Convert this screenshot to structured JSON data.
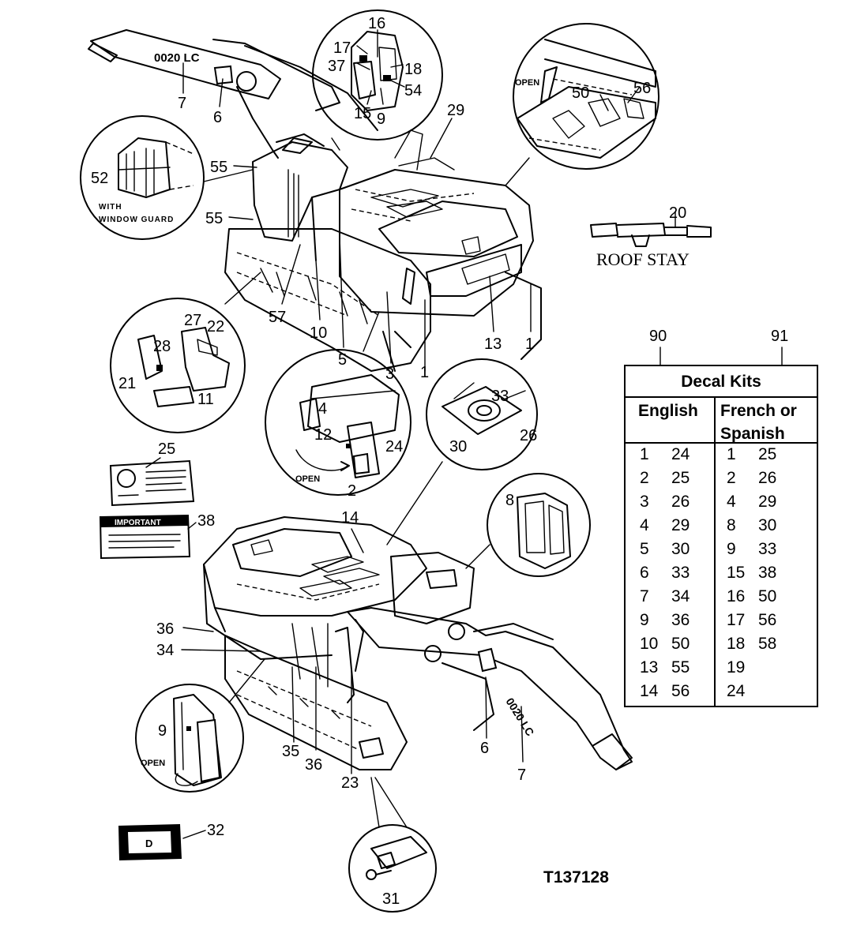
{
  "diagram_id": "T137128",
  "labels": {
    "roof_stay": "ROOF STAY",
    "with_window_guard_line1": "WITH",
    "with_window_guard_line2": "WINDOW GUARD",
    "open_top": "OPEN",
    "open_mid": "OPEN",
    "open_bottom": "OPEN",
    "important": "IMPORTANT",
    "boom_decal_top": "0020 LC",
    "boom_decal_bottom": "0020 LC"
  },
  "callouts": {
    "c1": "1",
    "c1b": "1",
    "c2": "2",
    "c3": "3",
    "c4": "4",
    "c5": "5",
    "c6": "6",
    "c6b": "6",
    "c7": "7",
    "c7b": "7",
    "c8": "8",
    "c9": "9",
    "c9b": "9",
    "c10": "10",
    "c11": "11",
    "c12": "12",
    "c13": "13",
    "c14": "14",
    "c15": "15",
    "c16": "16",
    "c17": "17",
    "c18": "18",
    "c20": "20",
    "c21": "21",
    "c22": "22",
    "c23": "23",
    "c24": "24",
    "c25": "25",
    "c26": "26",
    "c27": "27",
    "c28": "28",
    "c29": "29",
    "c30": "30",
    "c31": "31",
    "c32": "32",
    "c33": "33",
    "c34": "34",
    "c35": "35",
    "c36": "36",
    "c36b": "36",
    "c37": "37",
    "c38": "38",
    "c50": "50",
    "c52": "52",
    "c54": "54",
    "c55": "55",
    "c55b": "55",
    "c56": "56",
    "c57": "57",
    "c90": "90",
    "c91": "91"
  },
  "kit_table": {
    "title": "Decal Kits",
    "english_header": "English",
    "french_header_line1": "French or",
    "french_header_line2": "Spanish",
    "english_rows": [
      [
        "1",
        "24"
      ],
      [
        "2",
        "25"
      ],
      [
        "3",
        "26"
      ],
      [
        "4",
        "29"
      ],
      [
        "5",
        "30"
      ],
      [
        "6",
        "33"
      ],
      [
        "7",
        "34"
      ],
      [
        "9",
        "36"
      ],
      [
        "10",
        "50"
      ],
      [
        "13",
        "55"
      ],
      [
        "14",
        "56"
      ]
    ],
    "french_rows": [
      [
        "1",
        "25"
      ],
      [
        "2",
        "26"
      ],
      [
        "4",
        "29"
      ],
      [
        "8",
        "30"
      ],
      [
        "9",
        "33"
      ],
      [
        "15",
        "38"
      ],
      [
        "16",
        "50"
      ],
      [
        "17",
        "56"
      ],
      [
        "18",
        "58"
      ],
      [
        "19",
        ""
      ],
      [
        "24",
        ""
      ]
    ]
  }
}
